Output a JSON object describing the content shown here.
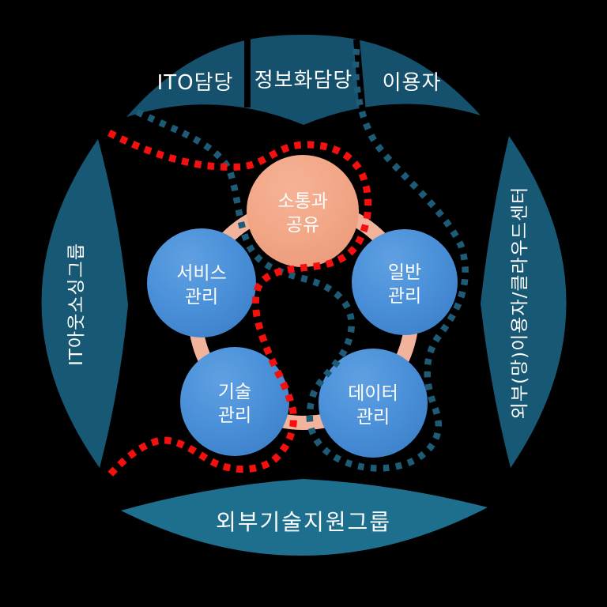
{
  "diagram": {
    "title_semantic": "IT operations communication structure diagram",
    "outer_segments": {
      "top": [
        {
          "label": "ITO담당"
        },
        {
          "label": "정보화담당"
        },
        {
          "label": "이용자"
        }
      ],
      "left": {
        "label": "IT아웃소싱그룹"
      },
      "right": {
        "label": "외부(망)이용자/클라우드센터"
      },
      "bottom": {
        "label": "외부기술지원그룹"
      }
    },
    "hub": {
      "line1": "소통과",
      "line2": "공유"
    },
    "nodes": [
      {
        "id": "service",
        "line1": "서비스",
        "line2": "관리"
      },
      {
        "id": "general",
        "line1": "일반",
        "line2": "관리"
      },
      {
        "id": "tech",
        "line1": "기술",
        "line2": "관리"
      },
      {
        "id": "data",
        "line1": "데이터",
        "line2": "관리"
      }
    ],
    "colors": {
      "background": "#000000",
      "segment_top": "#15516c",
      "segment_side": "#175874",
      "segment_bottom": "#1d6f8d",
      "node_blue": "#4a90d9",
      "hub_orange": "#f2a787",
      "ring_salmon": "#f2b39c",
      "dotted_red": "#f50f0f",
      "dotted_teal": "#1d5b76",
      "label_text": "#ffffff"
    }
  }
}
